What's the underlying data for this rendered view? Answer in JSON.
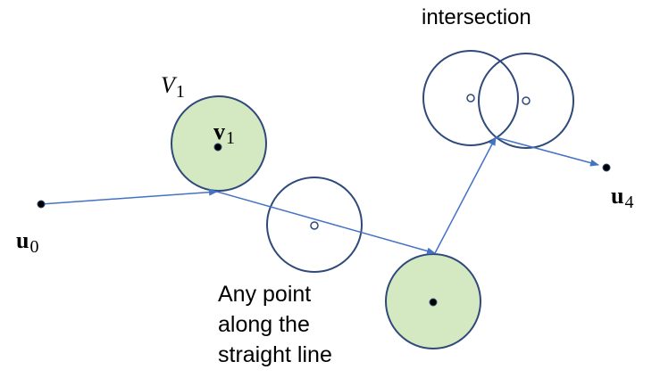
{
  "labels": {
    "intersection": "intersection",
    "any_point_line1": "Any point",
    "any_point_line2": "along the",
    "any_point_line3": "straight line",
    "V_main": "V",
    "V_sub": "1",
    "v_main": "v",
    "v_sub": "1",
    "u0_main": "u",
    "u0_sub": "0",
    "u4_main": "u",
    "u4_sub": "4"
  },
  "colors": {
    "circle_stroke": "#2f4a7a",
    "circle_fill_green": "#d4e8c2",
    "arrow": "#4472c4",
    "point": "#000000"
  }
}
